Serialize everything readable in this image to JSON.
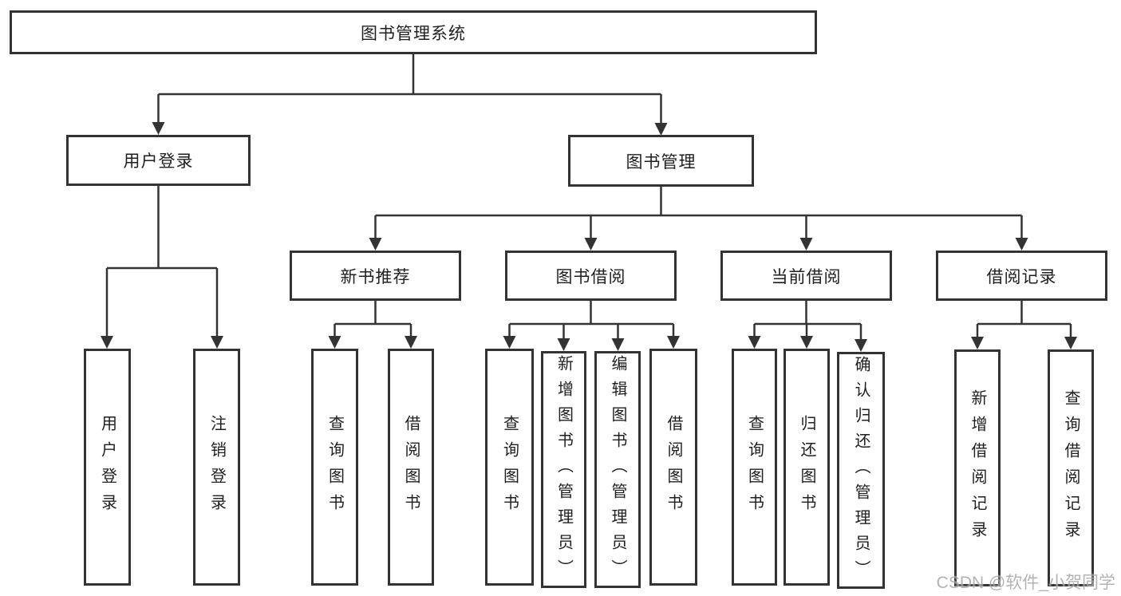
{
  "diagram": {
    "root": {
      "label": "图书管理系统"
    },
    "user_branch": {
      "label": "用户登录",
      "children": [
        {
          "label": "用户登录"
        },
        {
          "label": "注销登录"
        }
      ]
    },
    "book_branch": {
      "label": "图书管理",
      "sections": [
        {
          "label": "新书推荐",
          "children": [
            {
              "label": "查询图书"
            },
            {
              "label": "借阅图书"
            }
          ]
        },
        {
          "label": "图书借阅",
          "children": [
            {
              "label": "查询图书"
            },
            {
              "label": "新增图书（管理员）"
            },
            {
              "label": "编辑图书（管理员）"
            },
            {
              "label": "借阅图书"
            }
          ]
        },
        {
          "label": "当前借阅",
          "children": [
            {
              "label": "查询图书"
            },
            {
              "label": "归还图书"
            },
            {
              "label": "确认归还（管理员）"
            }
          ]
        },
        {
          "label": "借阅记录",
          "children": [
            {
              "label": "新增借阅记录"
            },
            {
              "label": "查询借阅记录"
            }
          ]
        }
      ]
    }
  },
  "watermark": {
    "text": "CSDN @软件_小贺同学"
  },
  "colors": {
    "line": "#333333",
    "text": "#1f1f1f",
    "box_background": "#ffffff",
    "page_background": "#ffffff",
    "watermark": "#a6a6a6"
  }
}
